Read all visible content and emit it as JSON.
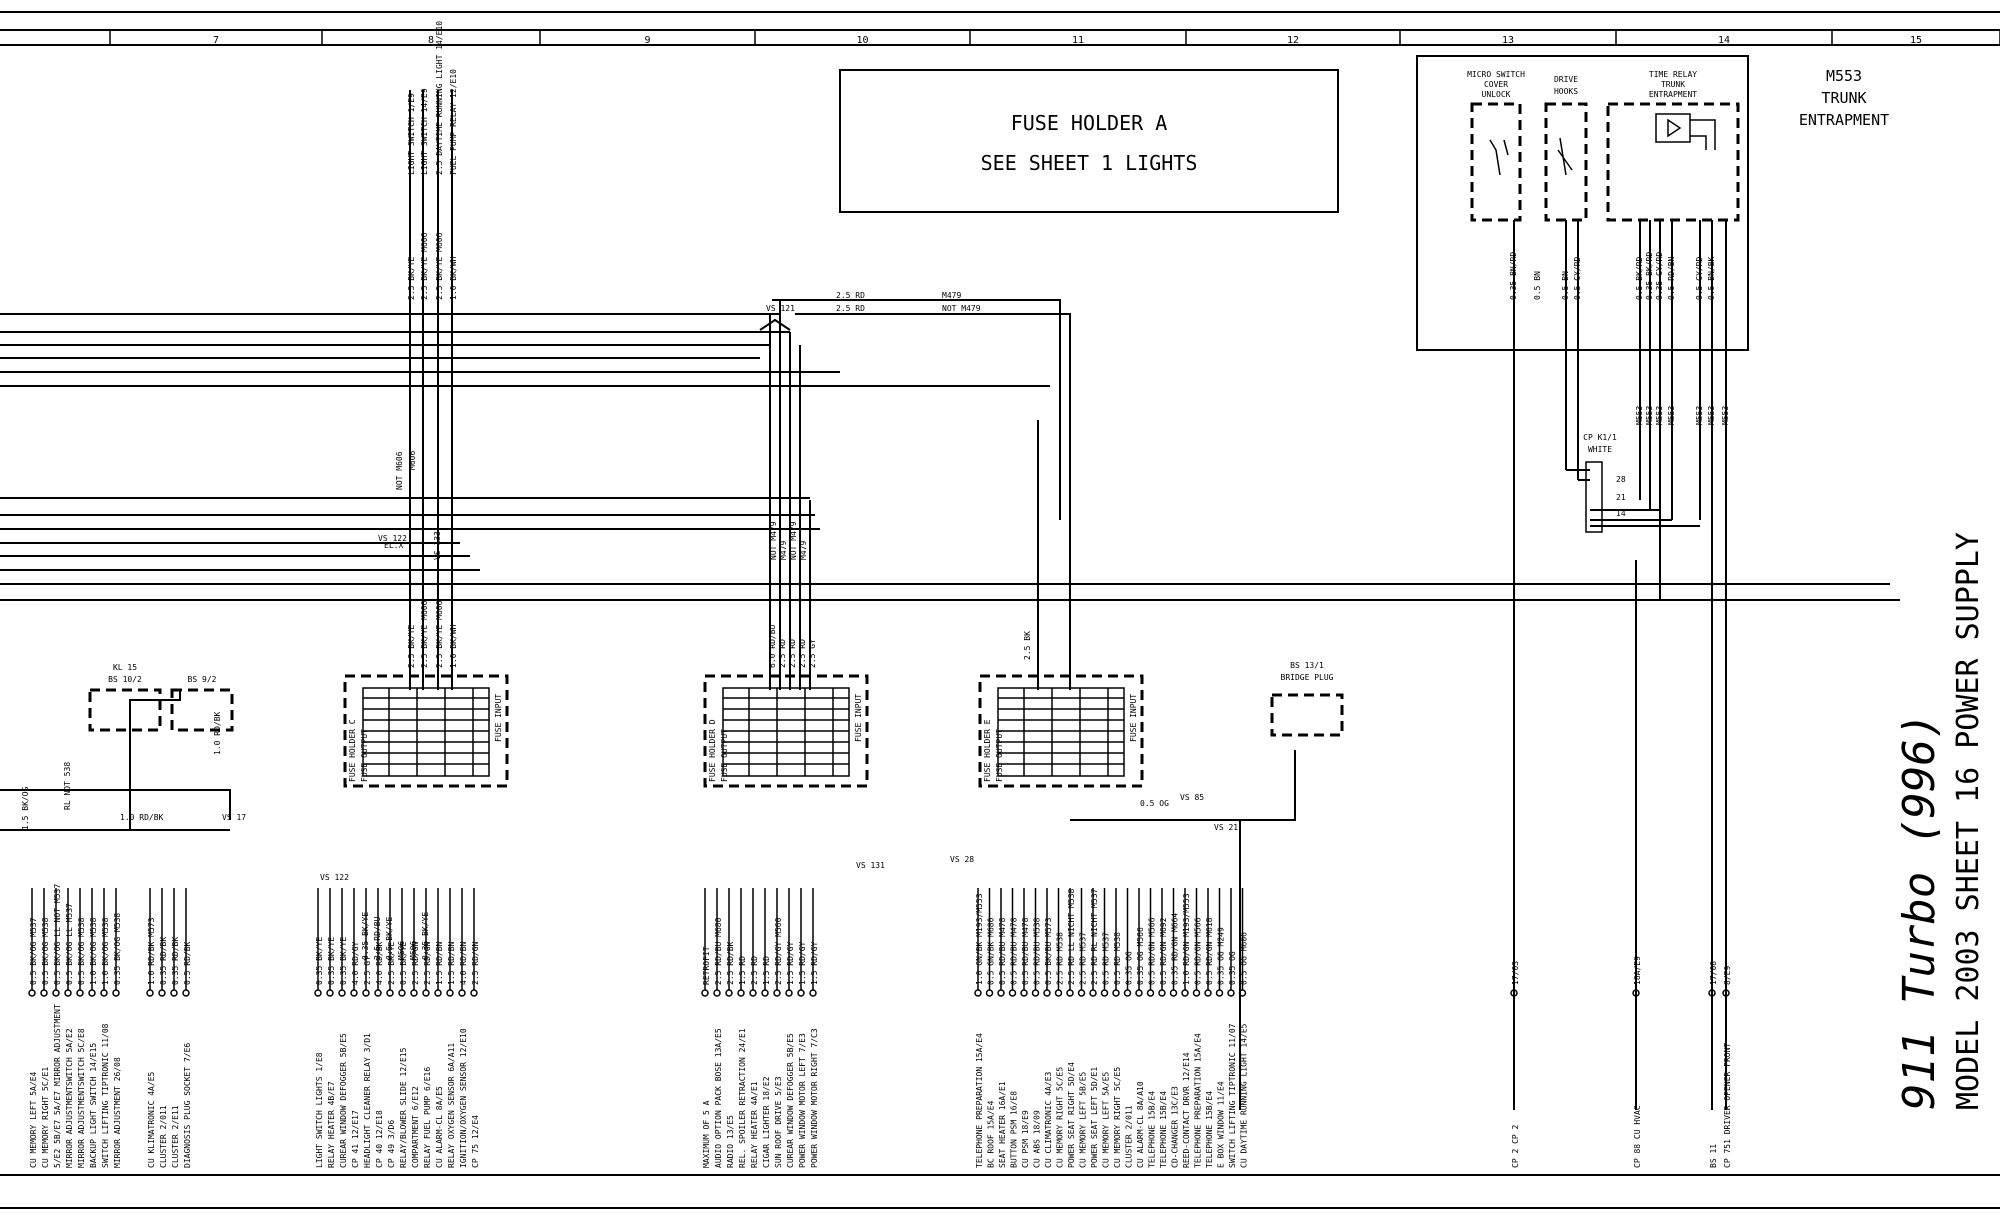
{
  "grid": {
    "columns": [
      "7",
      "8",
      "9",
      "10",
      "11",
      "12",
      "13",
      "14",
      "15"
    ]
  },
  "fuse_holder_a": {
    "line1": "FUSE HOLDER A",
    "line2": "SEE SHEET 1  LIGHTS"
  },
  "m553": {
    "id": "M553",
    "name1": "TRUNK",
    "name2": "ENTRAPMENT",
    "micro_switch": [
      "MICRO SWITCH",
      "COVER",
      "UNLOCK"
    ],
    "drive": [
      "DRIVE",
      "HOOKS"
    ],
    "time_relay": [
      "TIME RELAY",
      "TRUNK",
      "ENTRAPMENT"
    ]
  },
  "title_block": {
    "model": "911 Turbo (996)",
    "line": "MODEL 2003  SHEET 16 POWER SUPPLY"
  },
  "connectors": {
    "kl15": [
      "KL 15",
      "BS 10/2"
    ],
    "bs92": "BS 9/2",
    "bs131": [
      "BS 13/1",
      "BRIDGE PLUG"
    ],
    "cp": [
      "CP K1/1",
      "WHITE"
    ],
    "cp_pins": [
      "28",
      "21",
      "14"
    ]
  },
  "fuse_holders": [
    "FUSE HOLDER C",
    "FUSE HOLDER D",
    "FUSE HOLDER E"
  ],
  "fuse_output": "FUSE OUTPUT",
  "fuse_input": "FUSE INPUT",
  "vs_labels": [
    "VS 121",
    "VS 122",
    "VS 133",
    "VS 122",
    "VS 17",
    "VS 131",
    "VS 28",
    "VS 85",
    "VS 21"
  ],
  "wire_labels": {
    "top_rd": [
      "2.5 RD",
      "2.5 RD"
    ],
    "top_m": [
      "M479",
      "NOT M479"
    ],
    "clx": "EL.X",
    "vert_top": [
      "2.5 BK/YE",
      "2.5 BK/YE M606",
      "2.5 BK/YE M606",
      "1.0 BK/WH"
    ],
    "vert_top_desc": [
      "LIGHT SWITCH 1/E9",
      "LIGHT SWITCH 14/E9",
      "2.5 DAYTIME RUNNING LIGHT 14/E10",
      "FUEL PUMP RELAY 12/E10"
    ],
    "notm": [
      "NOT M606",
      "M606"
    ],
    "d_wires": [
      "6.0 RD/BU",
      "2.5 RD",
      "2.5 RD",
      "2.5 RD",
      "2.5 GY"
    ],
    "d_m": [
      "NOT M479",
      "M479",
      "NOT M479",
      "M479"
    ],
    "left_bk": [
      "1.5 BK/OG",
      "1.0 RD/BK",
      "RL NOT 538",
      "1.0 RD/BK",
      "1.0 RD/BK"
    ],
    "m553_wires": [
      "0.35 BN/RD",
      "0.5 BN",
      "0.5 BN",
      "0.5 GY/RD",
      "0.5 BK/RD",
      "0.35 BK/RD",
      "0.35 GY/RD",
      "0.5 RD/BN",
      "0.5 GY/RD",
      "0.5 BN/BK"
    ],
    "e_wires": [
      "2.5 BK",
      "0.5 OG"
    ],
    "c_low": [
      "0.35 BK/YE",
      "2.5 RD/BU",
      "0.5 BK/YE",
      "M606",
      "M606",
      "0.35 BK/YE"
    ]
  },
  "bottom": {
    "groupA": [
      {
        "w": "0.5 BK/OG M537",
        "d": "CU MEMORY LEFT 5A/E4"
      },
      {
        "w": "0.5 BK/OG M538",
        "d": "CU MEMORY RIGHT 5C/E1"
      },
      {
        "w": "0.5 BK/OG LL NOT M537",
        "d": "5/E2 5B/E7 5A/E7 MIRROR ADJUSTMENT"
      },
      {
        "w": "0.5 BK/OG LL M537",
        "d": "MIRROR ADJUSTMENTSWITCH 5A/E2"
      },
      {
        "w": "0.5 BK/OG M538",
        "d": "MIRROR ADJUSTMENTSWITCH 5C/E8"
      },
      {
        "w": "1.0 BK/OG M538",
        "d": "BACKUP LIGHT SWITCH 14/E15"
      },
      {
        "w": "1.0 BK/OG M538",
        "d": "SWITCH LIFTING TIPTRONIC 11/08"
      },
      {
        "w": "0.35 BK/OG M538",
        "d": "MIRROR ADJUSTMENT 26/08"
      }
    ],
    "groupB": [
      {
        "w": "1.0 RD/BK M573",
        "d": "CU KLIMATRONIC 4A/E5"
      },
      {
        "w": "0.35 RD/BK",
        "d": "CLUSTER 2/011"
      },
      {
        "w": "0.35 RD/BK",
        "d": "CLUSTER 2/E11"
      },
      {
        "w": "0.5 RD/BK",
        "d": "DIAGNOSIS PLUG SOCKET 7/E6"
      }
    ],
    "groupC": [
      {
        "w": "0.35 BK/YE",
        "d": "LIGHT SWITCH LIGHTS 1/E8"
      },
      {
        "w": "0.35 BK/YE",
        "d": "RELAY HEATER 4B/E7"
      },
      {
        "w": "0.35 BK/YE",
        "d": "CUREAR WINDOW DEFOGGER 5B/E5"
      },
      {
        "w": "4.0 RD/GY",
        "d": "CP 41 12/E17"
      },
      {
        "w": "2.5 GY",
        "d": "HEADLIGHT CLEANER RELAY 3/D1"
      },
      {
        "w": "4.0 RD/BK",
        "d": "CP 40 12/E18"
      },
      {
        "w": "2.5 BK/YE",
        "d": "CP 49 3/D6"
      },
      {
        "w": "0.5 BK/YE",
        "d": "RELAY/BLOWER SLIDE 12/E15"
      },
      {
        "w": "2.5 RD/GN",
        "d": "COMPARTMENT 6/E12"
      },
      {
        "w": "2.5 RD/GN",
        "d": "RELAY FUEL PUMP 6/E16"
      },
      {
        "w": "1.5 RD/BN",
        "d": "CU ALARM-CL 8A/E5"
      },
      {
        "w": "1.5 RD/BN",
        "d": "RELAY OXYGEN SENSOR 6A/A11"
      },
      {
        "w": "4.0 RD/BN",
        "d": "IGNITION/OXYGEN SENSOR 12/E10"
      },
      {
        "w": "2.5 RD/GN",
        "d": "CP 75 12/E4"
      }
    ],
    "groupD": [
      {
        "w": "RETROFIT",
        "d": "MAXIMUM OF 5 A"
      },
      {
        "w": "2.5 RD/BU M680",
        "d": "AUDIO OPTION PACK BOSE 13A/E5"
      },
      {
        "w": "2.5 RD/BK",
        "d": "RADIO 13/E5"
      },
      {
        "w": "1.5 RD",
        "d": "REL. SPOILER RETRACTION 24/E1"
      },
      {
        "w": "2.5 RD",
        "d": "RELAY HEATER 4A/E1"
      },
      {
        "w": "1.5 RD",
        "d": "CIGAR LIGHTER 18/E2"
      },
      {
        "w": "2.5 RD/GY M560",
        "d": "SUN ROOF DRIVE 5/E3"
      },
      {
        "w": "1.5 RD/GY",
        "d": "CUREAR WINDOW DEFOGGER 5B/E5"
      },
      {
        "w": "1.5 RD/GY",
        "d": "POWER WINDOW MOTOR LEFT 7/E3"
      },
      {
        "w": "1.5 RD/GY",
        "d": "POWER WINDOW MOTOR RIGHT 7/C3"
      }
    ],
    "groupE": [
      {
        "w": "1.0 GN/BK M193/M553",
        "d": "TELEPHONE PREPARATION 15A/E4"
      },
      {
        "w": "0.5 GN/BK M680",
        "d": "BC ROOF 15A/E4"
      },
      {
        "w": "0.5 RD/BU M478",
        "d": "SEAT HEATER 16A/E1"
      },
      {
        "w": "0.5 RD/BU M478",
        "d": "BUTTON PSM 16/E8"
      },
      {
        "w": "0.5 RD/BU M478",
        "d": "CU PSM 18/E9"
      },
      {
        "w": "0.5 RD/BU M538",
        "d": "CU ABS 18/09"
      },
      {
        "w": "0.5 BK/BU M573",
        "d": "CU CLIMATRONIC 4A/E3"
      },
      {
        "w": "2.5 RD M538",
        "d": "CU MEMORY RIGHT 5C/E5"
      },
      {
        "w": "2.5 RD LL NICHT M538",
        "d": "POWER SEAT RIGHT 5D/E4"
      },
      {
        "w": "2.5 RD M537",
        "d": "CU MEMORY LEFT 5B/E5"
      },
      {
        "w": "2.5 RD RL NICHT M537",
        "d": "POWER SEAT LEFT 5D/E1"
      },
      {
        "w": "0.5 RD M537",
        "d": "CU MEMORY LEFT 5A/E5"
      },
      {
        "w": "0.5 RD M538",
        "d": "CU MEMORY RIGHT 5C/E5"
      },
      {
        "w": "0.35 OG",
        "d": "CLUSTER 2/011"
      },
      {
        "w": "0.35 OG M566",
        "d": "CU ALARM-CL 8A/A10"
      },
      {
        "w": "0.5 RD/GN M566",
        "d": "TELEPHONE 15B/E4"
      },
      {
        "w": "0.5 RD/GN M692",
        "d": "TELEPHONE 15B/E4"
      },
      {
        "w": "0.35 RD/GN M664",
        "d": "CD-CHANGER 13C/E3"
      },
      {
        "w": "1.0 RD/GN M193/M553",
        "d": "REED-CONTACT DRVR 12/E14"
      },
      {
        "w": "0.5 RD/GN M566",
        "d": "TELEPHONE PREPARATION 15A/E4"
      },
      {
        "w": "0.5 RD/GN M618",
        "d": "TELEPHONE 15B/E4"
      },
      {
        "w": "0.35 OG M249",
        "d": "E BOX WINDOW 11/E4"
      },
      {
        "w": "0.35 OG",
        "d": "SWITCH LIFTING TIPTRONIC 11/07"
      },
      {
        "w": "0.5 OG M606",
        "d": "CU DAYTIME RUNNING LIGHT 14/E5"
      }
    ],
    "groupF": [
      {
        "w": "17/03",
        "d": "CP 2 CP 2"
      },
      {
        "w": "18A/E9",
        "d": "CP 88 CU HVAC"
      },
      {
        "w": "17/08",
        "d": "BS 11"
      },
      {
        "w": "8/E9",
        "d": "CP 751 DRIVER OPENER FRONT"
      }
    ]
  }
}
